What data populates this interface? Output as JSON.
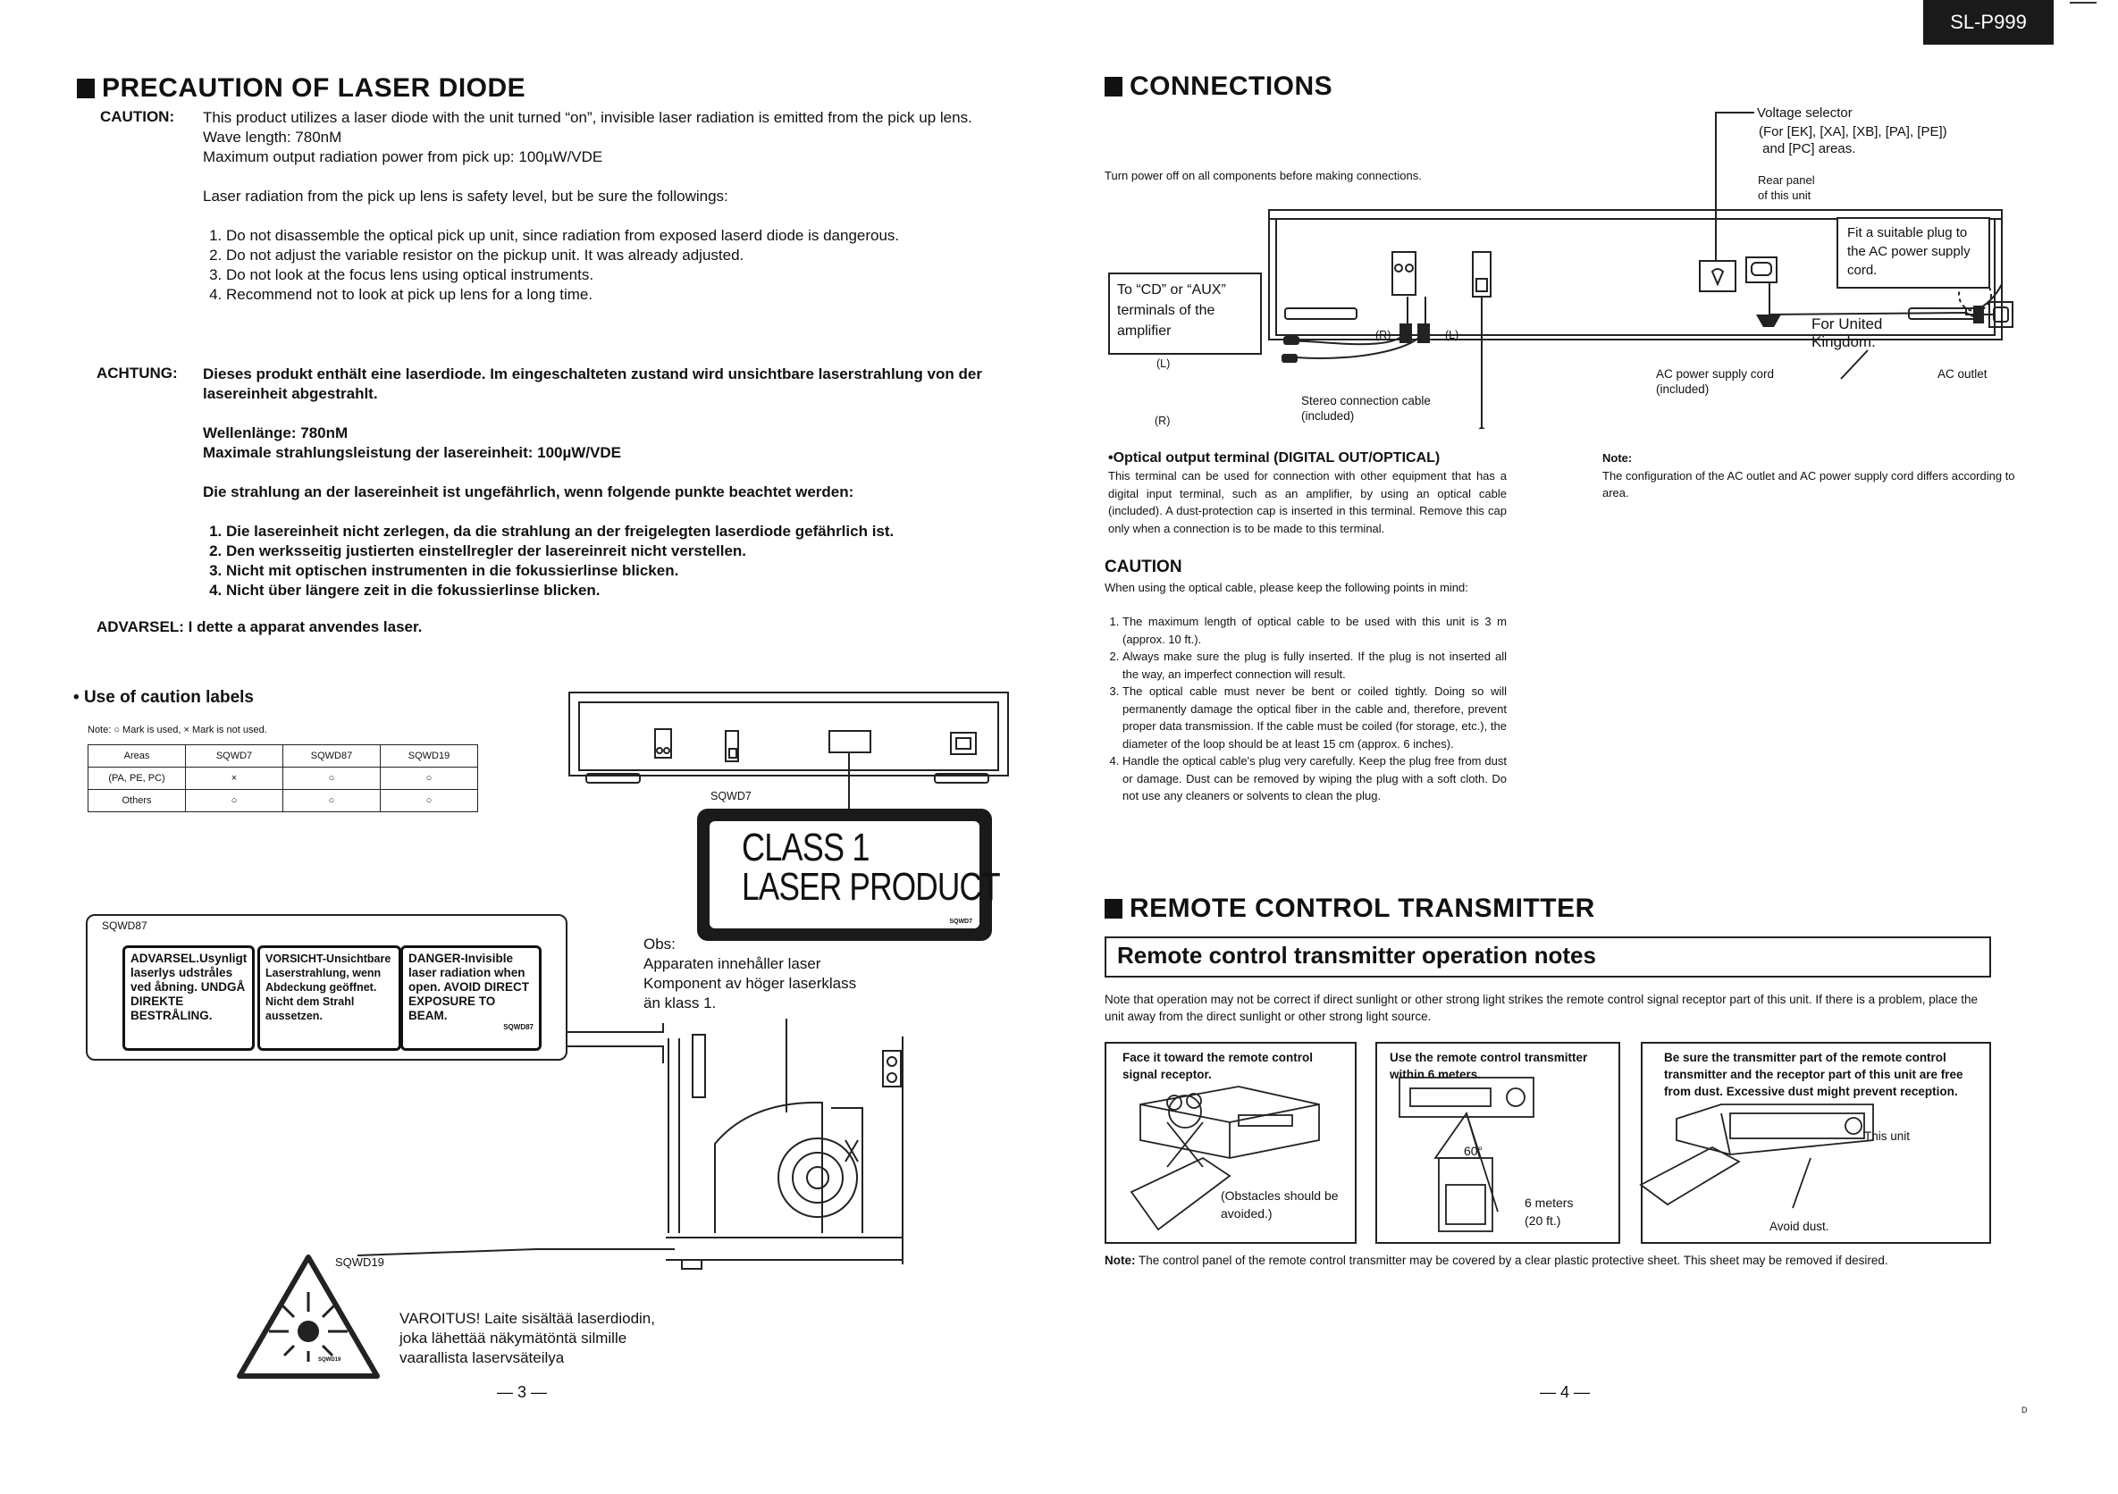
{
  "header": {
    "model": "SL-P999"
  },
  "left": {
    "title": "PRECAUTION OF LASER DIODE",
    "caution_label": "CAUTION:",
    "caution_lines": [
      "This product utilizes a laser diode with the unit turned “on”, invisible laser radiation is emitted from the pick up lens.",
      "Wave length: 780nM",
      "Maximum output radiation power from pick up: 100µW/VDE"
    ],
    "caution_intro": "Laser radiation from the pick up lens is safety level, but be sure the followings:",
    "caution_items": [
      "Do not disassemble the optical pick up unit, since radiation from exposed laserd diode is dangerous.",
      "Do not adjust the variable resistor on the pickup unit.   It was already adjusted.",
      "Do not look at the focus lens using optical instruments.",
      "Recommend not to look at pick up lens for a long time."
    ],
    "achtung_label": "ACHTUNG:",
    "achtung_lines": [
      "Dieses produkt enthält eine laserdiode. Im eingeschalteten zustand wird unsichtbare laserstrahlung von der lasereinheit abgestrahlt.",
      "Wellenlänge: 780nM",
      "Maximale strahlungsleistung der lasereinheit: 100µW/VDE"
    ],
    "achtung_intro": "Die strahlung an der lasereinheit ist ungefährlich, wenn folgende punkte beachtet werden:",
    "achtung_items": [
      "Die lasereinheit nicht zerlegen, da die strahlung an der freigelegten laserdiode gefährlich ist.",
      "Den werksseitig justierten einstellregler der lasereinreit nicht verstellen.",
      "Nicht mit optischen instrumenten in die fokussierlinse blicken.",
      "Nicht über längere zeit in die fokussierlinse blicken."
    ],
    "advarsel_label": "ADVARSEL:",
    "advarsel_text": "I dette a apparat anvendes laser.",
    "labels_heading": "Use of caution labels",
    "labels_note": "Note: ○ Mark is used, × Mark is not used.",
    "table": {
      "headers": [
        "Areas",
        "SQWD7",
        "SQWD87",
        "SQWD19"
      ],
      "rows": [
        [
          "(PA, PE, PC)",
          "×",
          "○",
          "○"
        ],
        [
          "Others",
          "○",
          "○",
          "○"
        ]
      ]
    },
    "sqwd7": "SQWD7",
    "class1_line1": "CLASS 1",
    "class1_line2": "LASER PRODUCT",
    "class1_code": "SQWD7",
    "sqwd87": "SQWD87",
    "sticker_dk": "ADVARSEL.Usynligt laserlys udstråles ved åbning. UNDGÅ DIREKTE BESTRÅLING.",
    "sticker_de": "VORSICHT-Unsichtbare Laserstrahlung, wenn Abdeckung geöffnet. Nicht dem Strahl aussetzen.",
    "sticker_en": "DANGER-Invisible laser radiation when open. AVOID DIRECT EXPOSURE TO BEAM.",
    "sticker_en_code": "SQWD87",
    "obs_label": "Obs:",
    "obs_lines": [
      "Apparaten innehåller laser",
      "Komponent av höger laserklass",
      "än klass 1."
    ],
    "sqwd19": "SQWD19",
    "varoitus": [
      "VAROITUS! Laite sisältää laserdiodin,",
      "joka lähettää näkymätöntä silmille",
      "vaarallista laservsäteilya"
    ],
    "triangle_code": "SQWD19",
    "page_number": "— 3 —"
  },
  "right": {
    "title": "CONNECTIONS",
    "turn_off": "Turn power off on all components before making connections.",
    "voltage_selector": "Voltage selector",
    "voltage_areas": [
      "For [EK], [XA], [XB], [PA], [PE]",
      "and [PC] areas."
    ],
    "rear_panel": [
      "Rear panel",
      "of this unit"
    ],
    "fit_plug": "Fit a suitable plug to the AC power supply cord.",
    "to_cd": "To “CD” or “AUX” terminals of the amplifier",
    "r_label": "(R)",
    "l_label": "(L)",
    "stereo_cable": [
      "Stereo connection cable",
      "(included)"
    ],
    "for_uk": [
      "For United",
      "Kingdom."
    ],
    "ac_cord": [
      "AC power supply cord",
      "(included)"
    ],
    "ac_outlet": "AC outlet",
    "optical_heading": "Optical output terminal (DIGITAL OUT/OPTICAL)",
    "optical_text": "This terminal can be used for connection with other equipment that has a digital input terminal, such as an amplifier, by using an optical cable (included). A dust-protection cap is inserted in this terminal. Remove this cap only when a connection is to be made to this terminal.",
    "note_label": "Note:",
    "note_text": "The configuration of the AC outlet and AC power supply cord differs according to area.",
    "caution_heading": "CAUTION",
    "caution_intro": "When using the optical cable, please keep the following points in mind:",
    "caution_items": [
      "The maximum length of optical cable to be used with this unit is 3 m (approx. 10 ft.).",
      "Always make sure the plug is fully inserted. If the plug is not inserted all the way, an imperfect connection will result.",
      "The optical cable must never be bent or coiled tightly. Doing so will permanently damage the optical fiber in the cable and, therefore, prevent proper data transmission. If the cable must be coiled (for storage, etc.), the diameter of the loop should be at least 15 cm (approx. 6 inches).",
      "Handle the optical cable's plug very carefully. Keep the plug free from dust or damage. Dust can be removed by wiping the plug with a soft cloth. Do not use any cleaners or solvents to clean the plug."
    ],
    "remote_title": "REMOTE CONTROL TRANSMITTER",
    "remote_box": "Remote control transmitter operation notes",
    "remote_note": "Note that operation may not be correct if direct sunlight or other strong light strikes the remote control signal receptor part of this unit. If there is a problem, place the unit away from the direct sunlight or other strong light source.",
    "panel1_title": "Face it toward the remote control signal receptor.",
    "panel1_caption": "(Obstacles should be avoided.)",
    "panel2_title": "Use the remote control transmitter within 6 meters.",
    "panel2_angle": "60°",
    "panel2_distance": [
      "6 meters",
      "(20 ft.)"
    ],
    "panel3_title": "Be sure the transmitter part of the remote control transmitter and the receptor part of this unit are free from dust. Excessive dust might prevent reception.",
    "panel3_unit": "This unit",
    "panel3_dust": "Avoid dust.",
    "bottom_note_label": "Note:",
    "bottom_note": "The control panel of the remote control transmitter may be covered by a clear plastic protective sheet. This sheet may be removed if desired.",
    "page_number": "— 4 —",
    "corner_mark": "D"
  }
}
